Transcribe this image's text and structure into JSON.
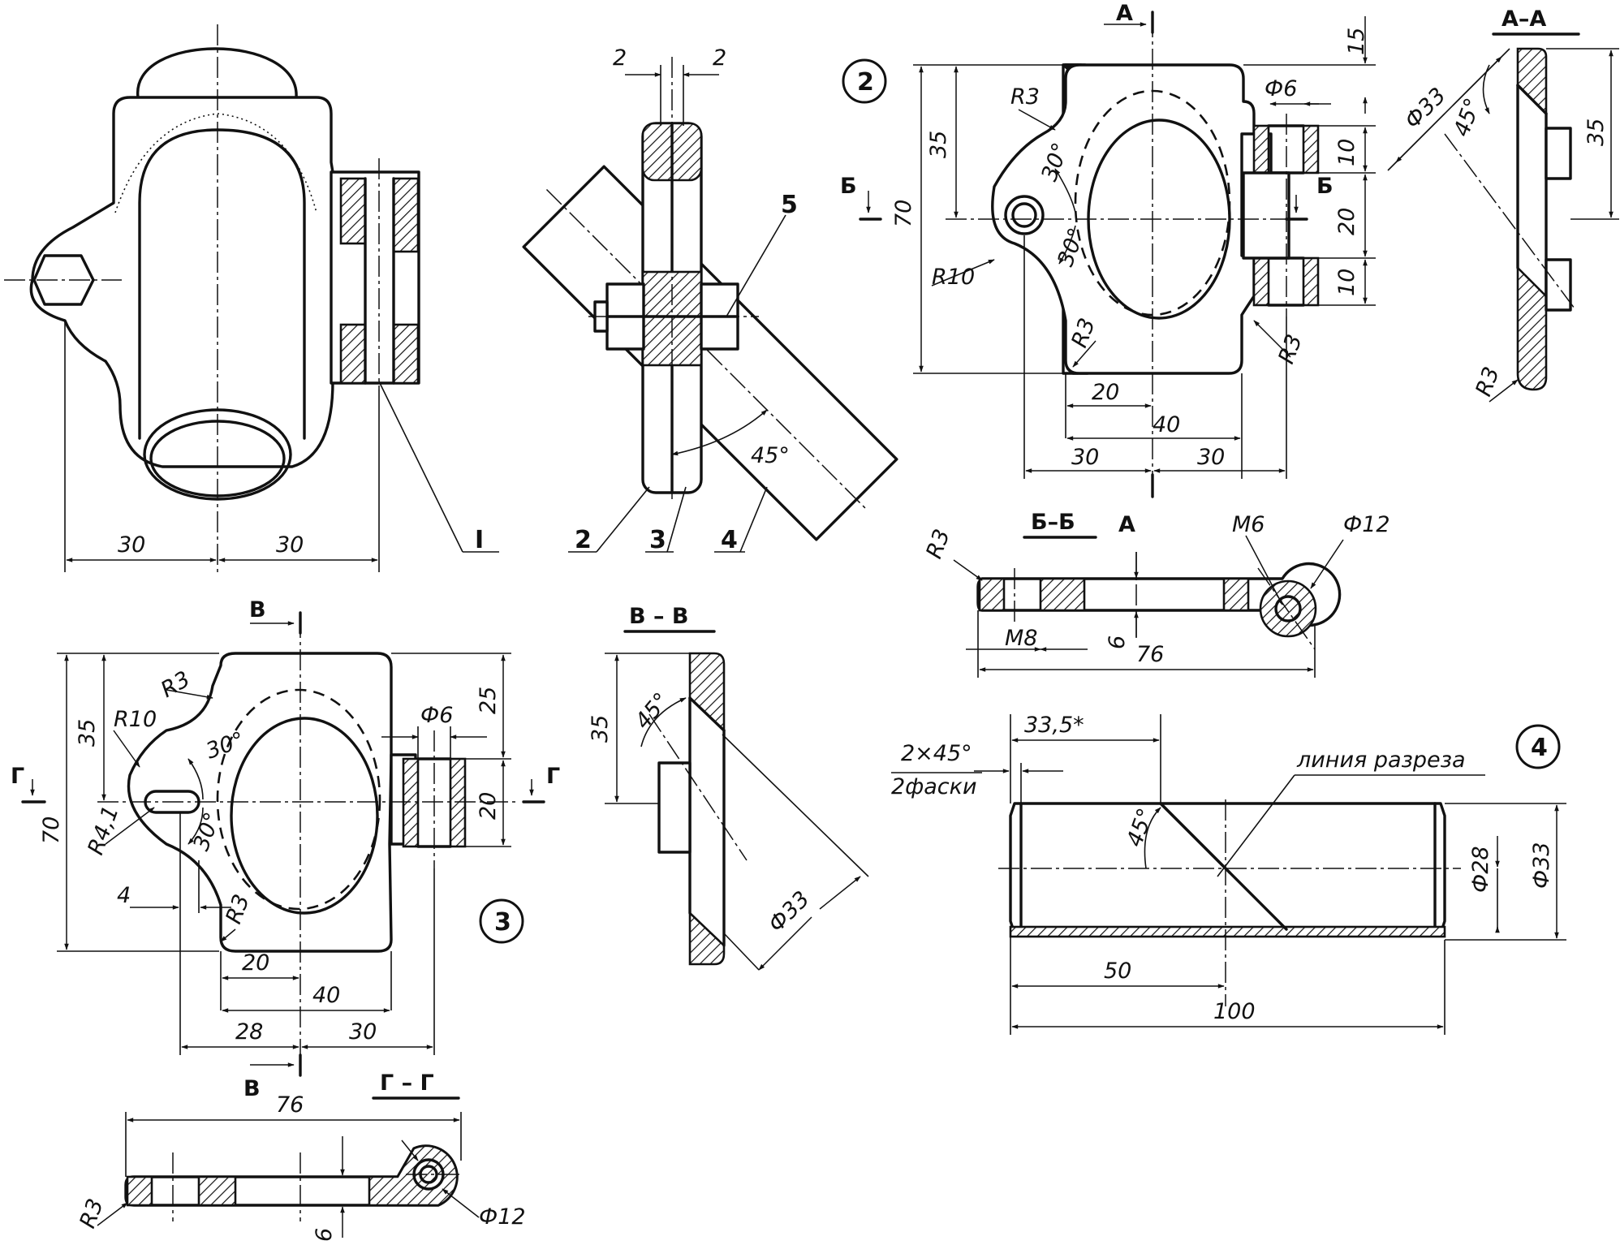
{
  "views": {
    "assembly": {
      "dims": {
        "left": "30",
        "right": "30"
      },
      "callouts": {
        "c1": "I",
        "c2": "2",
        "c3": "3",
        "c4": "4",
        "c5": "5"
      },
      "angle": "45°",
      "gap_l": "2",
      "gap_r": "2"
    },
    "part2": {
      "number": "2",
      "section_a": "А",
      "section_b": "Б",
      "dims": {
        "h15": "15",
        "h35": "35",
        "h70": "70",
        "d6": "Ф6",
        "v10a": "10",
        "v20": "20",
        "v10b": "10",
        "r3a": "R3",
        "r3b": "R3",
        "r3c": "R3",
        "r10": "R10",
        "a30a": "30°",
        "a30b": "30°",
        "w20": "20",
        "w40": "40",
        "w30a": "30",
        "w30b": "30"
      }
    },
    "section_aa": {
      "title": "А–А",
      "d33": "Ф33",
      "a45": "45°",
      "h35": "35",
      "r3": "R3"
    },
    "section_bb": {
      "title": "Б–Б",
      "r3": "R3",
      "m8": "M8",
      "m6": "M6",
      "d12": "Ф12",
      "t6": "6",
      "l76": "76",
      "a_label": "А"
    },
    "part3": {
      "number": "3",
      "section_v": "В",
      "section_g": "Г",
      "dims": {
        "h35": "35",
        "h70": "70",
        "h25": "25",
        "h20": "20",
        "d6": "Ф6",
        "r10": "R10",
        "r3a": "R3",
        "r3b": "R3",
        "r41": "R4,1",
        "a30a": "30°",
        "a30b": "30°",
        "w4": "4",
        "w20": "20",
        "w40": "40",
        "w28": "28",
        "w30": "30"
      }
    },
    "section_vv": {
      "title": "В – В",
      "h35": "35",
      "a45": "45°",
      "d33": "Ф33"
    },
    "section_gg": {
      "title": "Г – Г",
      "l76": "76",
      "r3": "R3",
      "t6": "6",
      "d12": "Ф12"
    },
    "part4": {
      "number": "4",
      "chamfer": "2×45°",
      "chamfer_note": "2фаски",
      "l335": "33,5*",
      "cut_line": "линия разреза",
      "a45": "45°",
      "d28": "Ф28",
      "d33": "Ф33",
      "l50": "50",
      "l100": "100"
    }
  }
}
